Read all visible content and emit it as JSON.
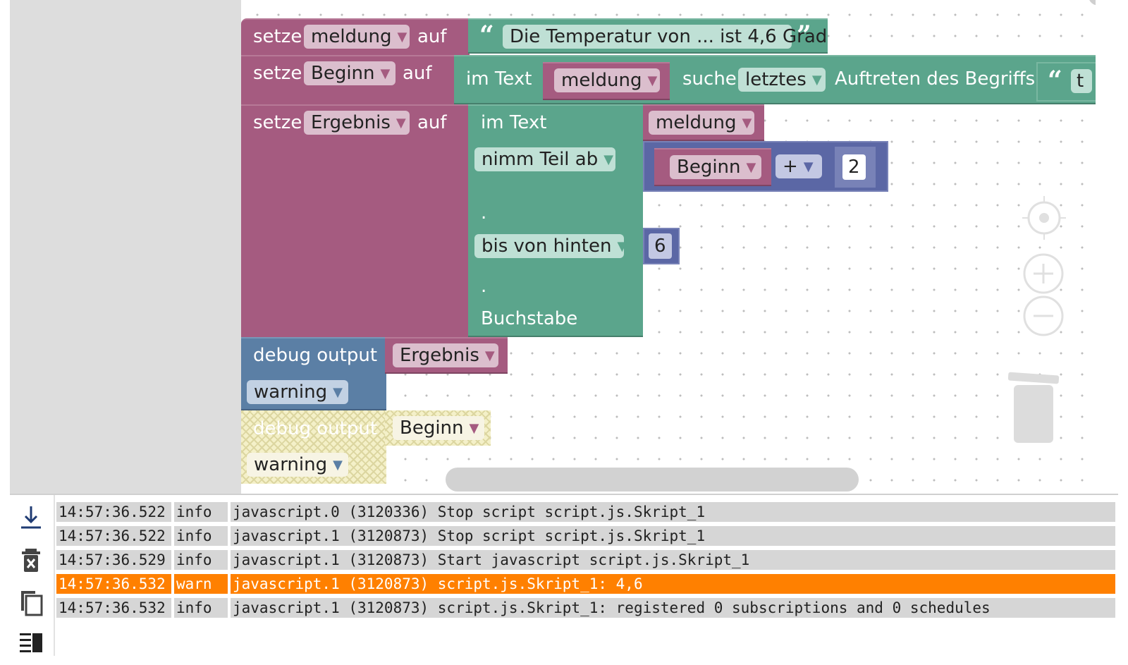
{
  "workspace": {
    "block1": {
      "setze": "setze",
      "var": "meldung",
      "auf": "auf",
      "text": "Die Temperatur von ... ist 4,6 Grad"
    },
    "block2": {
      "setze": "setze",
      "var": "Beginn",
      "auf": "auf",
      "im_text": "im Text",
      "var2": "meldung",
      "suche": "suche",
      "mode": "letztes",
      "auftreten": "Auftreten des Begriffs",
      "text_partial": "t"
    },
    "block3": {
      "setze": "setze",
      "var": "Ergebnis",
      "auf": "auf",
      "im_text": "im Text",
      "var2": "meldung",
      "nimm": "nimm Teil ab",
      "plus_var": "Beginn",
      "op": "+",
      "num1": "2",
      "dot1": ".",
      "bis": "bis von hinten",
      "num2": "6",
      "dot2": ".",
      "buchstabe": "Buchstabe"
    },
    "block4": {
      "label": "debug output",
      "var": "Ergebnis",
      "level": "warning"
    },
    "block5": {
      "label": "debug output",
      "var": "Beginn",
      "level": "warning"
    },
    "arrow": "▼",
    "quote_open": "“",
    "quote_close": "”"
  },
  "log": {
    "rows": [
      {
        "time": "14:57:36.522",
        "level": "info",
        "msg": "javascript.0 (3120336) Stop script script.js.Skript_1"
      },
      {
        "time": "14:57:36.522",
        "level": "info",
        "msg": "javascript.1 (3120873) Stop script script.js.Skript_1"
      },
      {
        "time": "14:57:36.529",
        "level": "info",
        "msg": "javascript.1 (3120873) Start javascript script.js.Skript_1"
      },
      {
        "time": "14:57:36.532",
        "level": "warn",
        "msg": "javascript.1 (3120873) script.js.Skript_1: 4,6"
      },
      {
        "time": "14:57:36.532",
        "level": "info",
        "msg": "javascript.1 (3120873) script.js.Skript_1: registered 0 subscriptions and 0 schedules"
      }
    ]
  },
  "icons": {
    "download": "download-icon",
    "clear": "clear-log-icon",
    "copy": "copy-icon",
    "toggle": "toggle-panel-icon"
  },
  "colors": {
    "variables": "#a55b80",
    "text": "#5ba58c",
    "debug": "#5b7fa5",
    "math": "#5b67a5",
    "warn_row": "#ff8000"
  }
}
